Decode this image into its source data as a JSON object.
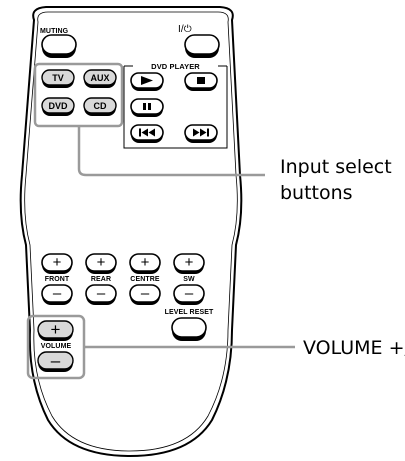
{
  "remote": {
    "muting_label": "MUTING",
    "power_label": "I/⏻",
    "dvd_player_label": "DVD PLAYER",
    "input_buttons": [
      {
        "label": "TV",
        "name": "tv-button"
      },
      {
        "label": "AUX",
        "name": "aux-button"
      },
      {
        "label": "DVD",
        "name": "dvd-button"
      },
      {
        "label": "CD",
        "name": "cd-button"
      }
    ],
    "dvd_controls": [
      {
        "icon": "play-icon",
        "name": "play-button"
      },
      {
        "icon": "stop-icon",
        "name": "stop-button"
      },
      {
        "icon": "pause-icon",
        "name": "pause-button"
      },
      {
        "icon": "previous-icon",
        "name": "previous-button"
      },
      {
        "icon": "next-icon",
        "name": "next-button"
      }
    ],
    "level_groups": [
      {
        "label": "FRONT",
        "plus": "+",
        "minus": "–"
      },
      {
        "label": "REAR",
        "plus": "+",
        "minus": "–"
      },
      {
        "label": "CENTRE",
        "plus": "+",
        "minus": "–"
      },
      {
        "label": "SW",
        "plus": "+",
        "minus": "–"
      }
    ],
    "level_reset_label": "LEVEL RESET",
    "volume_label": "VOLUME",
    "volume_plus": "+",
    "volume_minus": "–"
  },
  "callouts": {
    "input_select_line1": "Input select",
    "input_select_line2": "buttons",
    "volume": "VOLUME +/–"
  },
  "colors": {
    "outline": "#000000",
    "highlight_panel": "#9a9a9a",
    "button_fill_grey": "#d9d9d9"
  }
}
